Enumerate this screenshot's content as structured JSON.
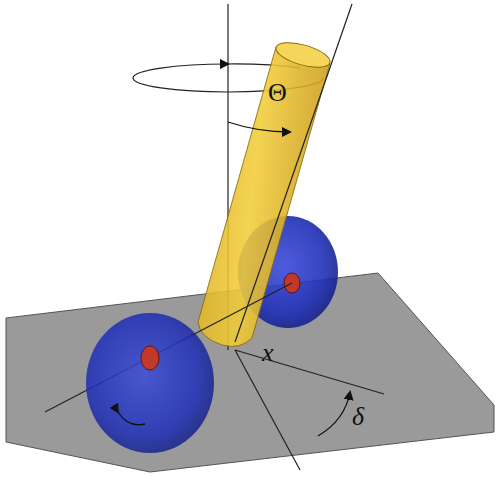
{
  "diagram": {
    "labels": [
      "Θ",
      "x",
      "δ"
    ]
  }
}
